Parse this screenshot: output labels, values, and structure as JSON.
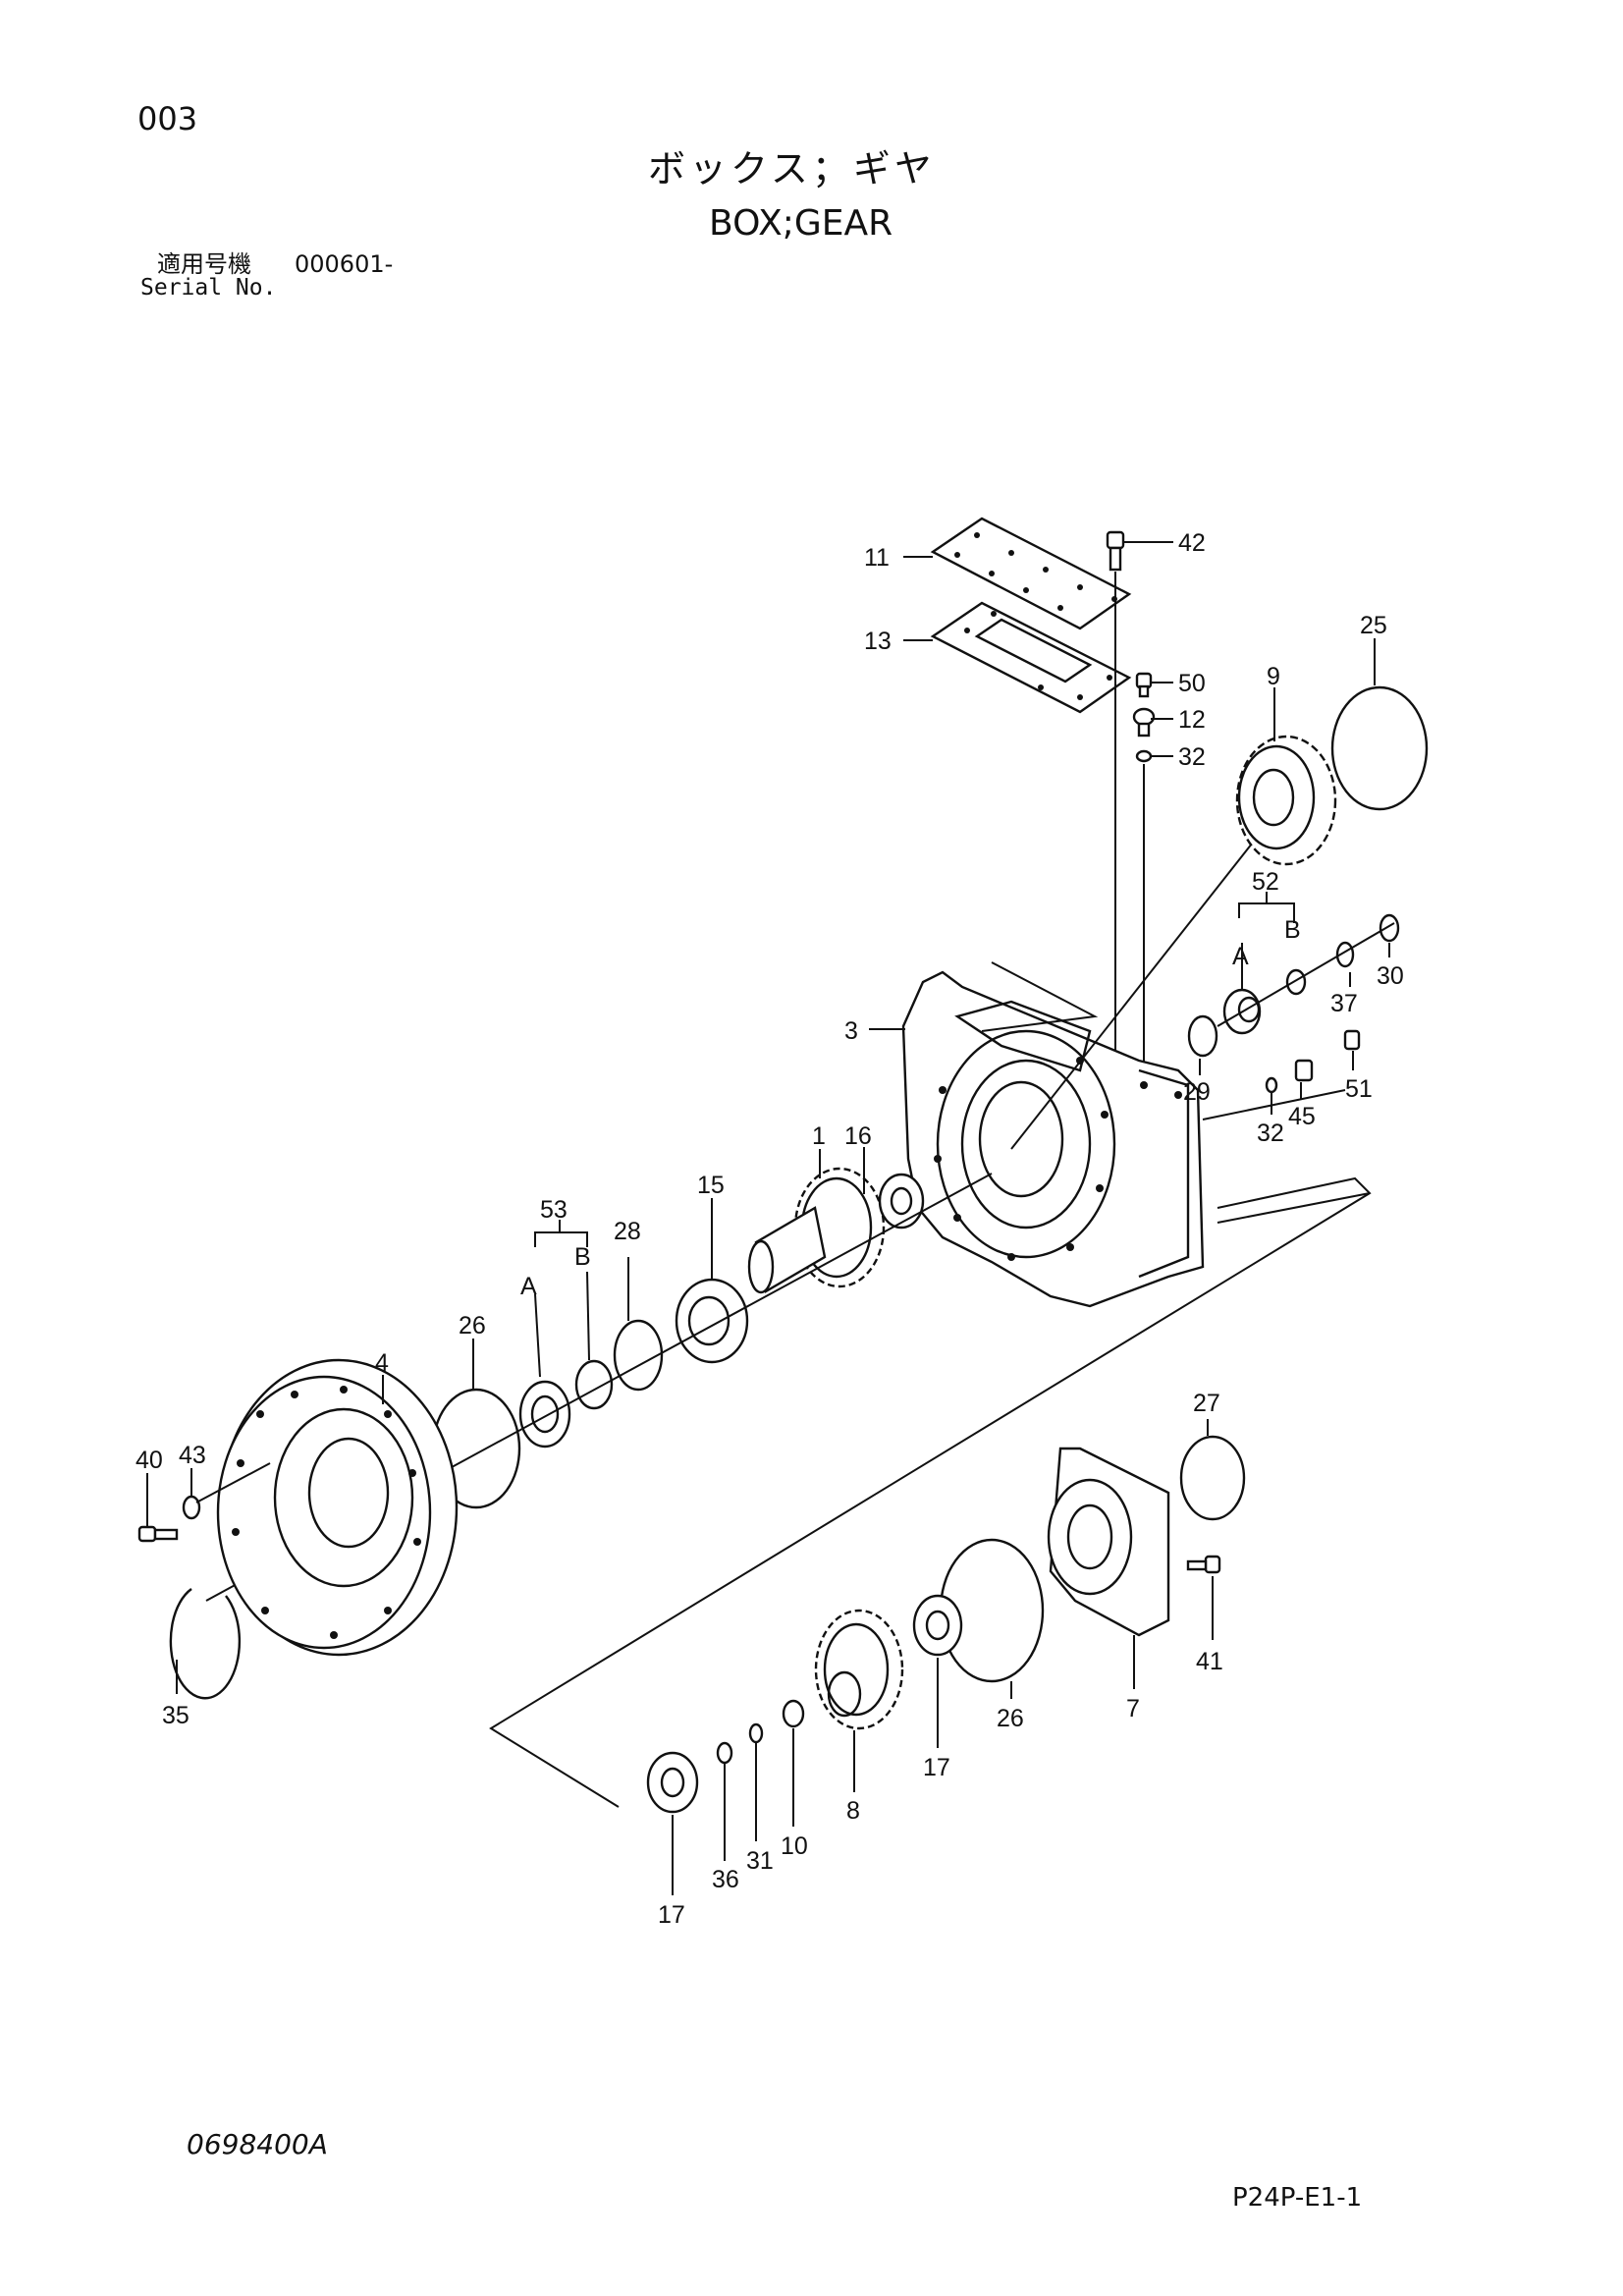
{
  "header": {
    "page_code": "003",
    "title_jp": "ボックス；ギヤ",
    "title_en": "BOX;GEAR",
    "serial_label_jp": "適用号機",
    "serial_value": "000601-",
    "serial_label_en": "Serial No."
  },
  "footer": {
    "drawing_code": "0698400A",
    "sheet_code": "P24P-E1-1"
  },
  "callouts": {
    "c1": "1",
    "c3": "3",
    "c4": "4",
    "c7": "7",
    "c8": "8",
    "c9": "9",
    "c10": "10",
    "c11": "11",
    "c12": "12",
    "c13": "13",
    "c15": "15",
    "c16": "16",
    "c17a": "17",
    "c17b": "17",
    "c25": "25",
    "c26a": "26",
    "c26b": "26",
    "c27": "27",
    "c28": "28",
    "c29": "29",
    "c30": "30",
    "c31": "31",
    "c32a": "32",
    "c32b": "32",
    "c35": "35",
    "c36": "36",
    "c37": "37",
    "c40": "40",
    "c41": "41",
    "c42": "42",
    "c43": "43",
    "c45": "45",
    "c50": "50",
    "c51": "51",
    "c52": "52",
    "c53": "53",
    "c52A": "A",
    "c52B": "B",
    "c53A": "A",
    "c53B": "B"
  }
}
